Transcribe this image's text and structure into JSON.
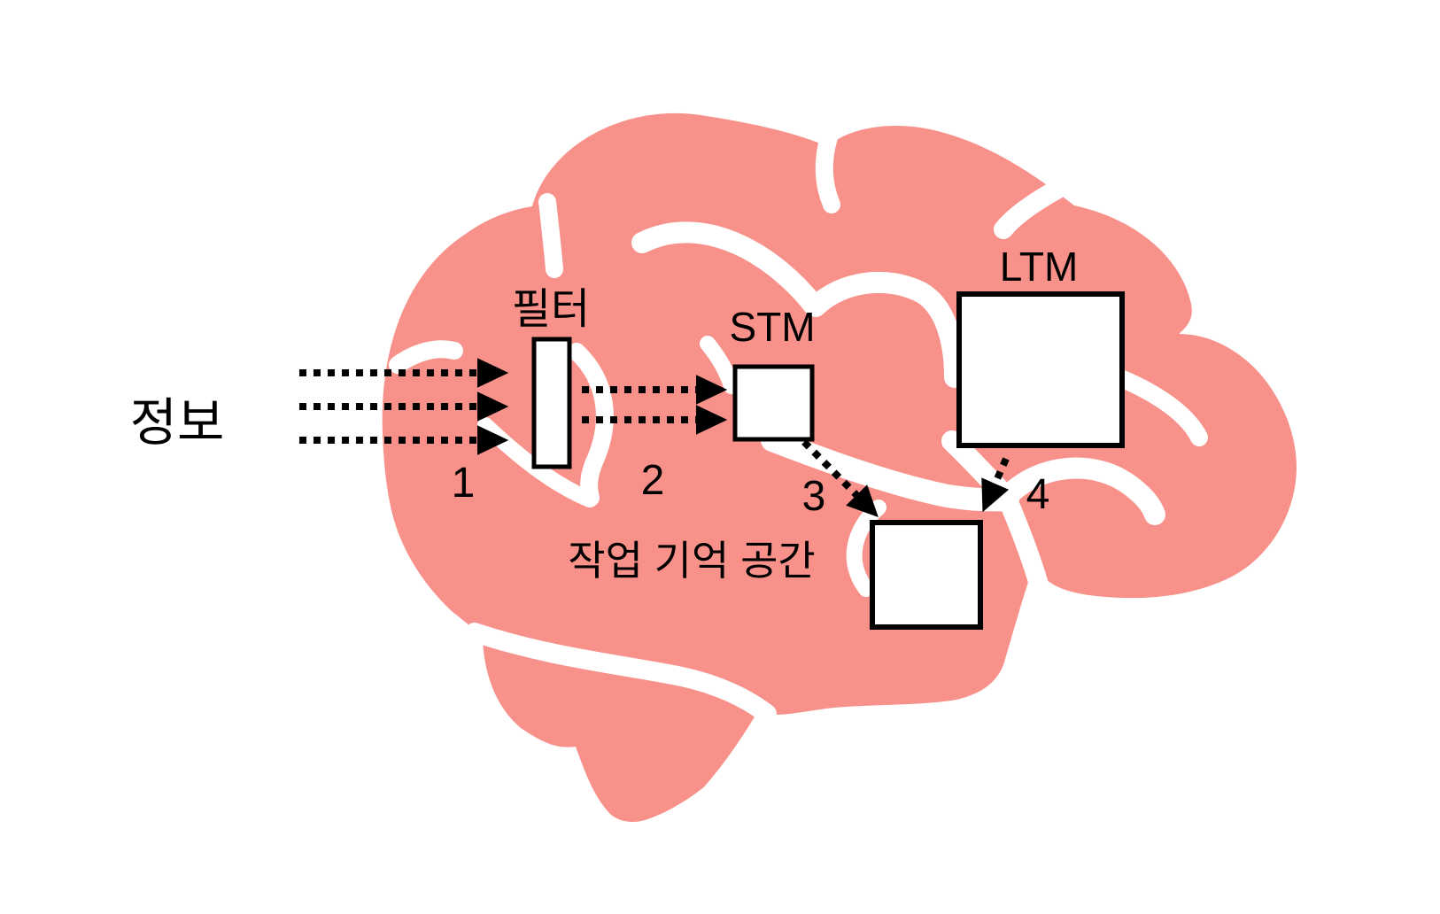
{
  "diagram": {
    "labels": {
      "information": "정보",
      "filter": "필터",
      "stm": "STM",
      "ltm": "LTM",
      "working_memory": "작업 기억 공간"
    },
    "step_numbers": [
      "1",
      "2",
      "3",
      "4"
    ],
    "colors": {
      "brain": "#F8918A",
      "sulci": "#FFFFFF",
      "box_fill": "#FFFFFF",
      "box_border": "#000000",
      "arrow": "#000000",
      "text": "#000000",
      "background": "#FFFFFF"
    }
  }
}
